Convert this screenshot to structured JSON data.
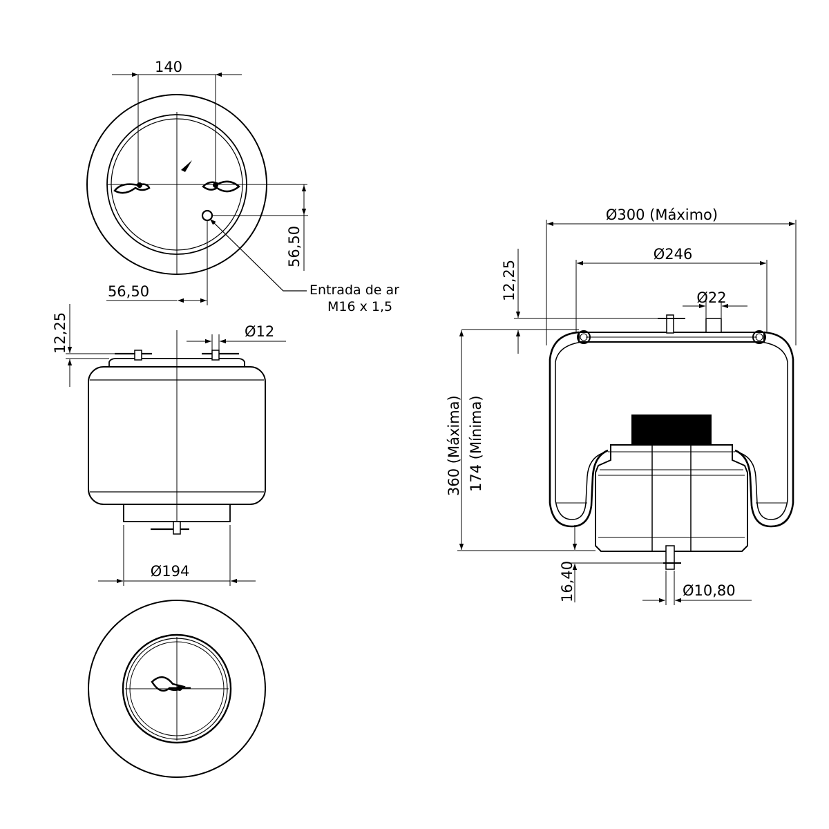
{
  "drawing": {
    "top_view": {
      "dim_bolt_spacing": "140",
      "dim_inlet_vertical": "56,50",
      "dim_inlet_horizontal": "56,50",
      "air_inlet_label": "Entrada de ar",
      "air_inlet_thread": "M16 x 1,5"
    },
    "front_view": {
      "dim_stud_height": "12,25",
      "dim_stud_diameter": "Ø12",
      "dim_piston_diameter": "Ø194"
    },
    "side_view": {
      "dim_max_diameter": "Ø300 (Máximo)",
      "dim_plate_diameter": "Ø246",
      "dim_inlet_diameter": "Ø22",
      "dim_stud_height": "12,25",
      "dim_height_max": "360 (Máxima)",
      "dim_height_min": "174 (Mínima)",
      "dim_bottom_stud_length": "16,40",
      "dim_bottom_stud_diameter": "Ø10,80"
    }
  }
}
